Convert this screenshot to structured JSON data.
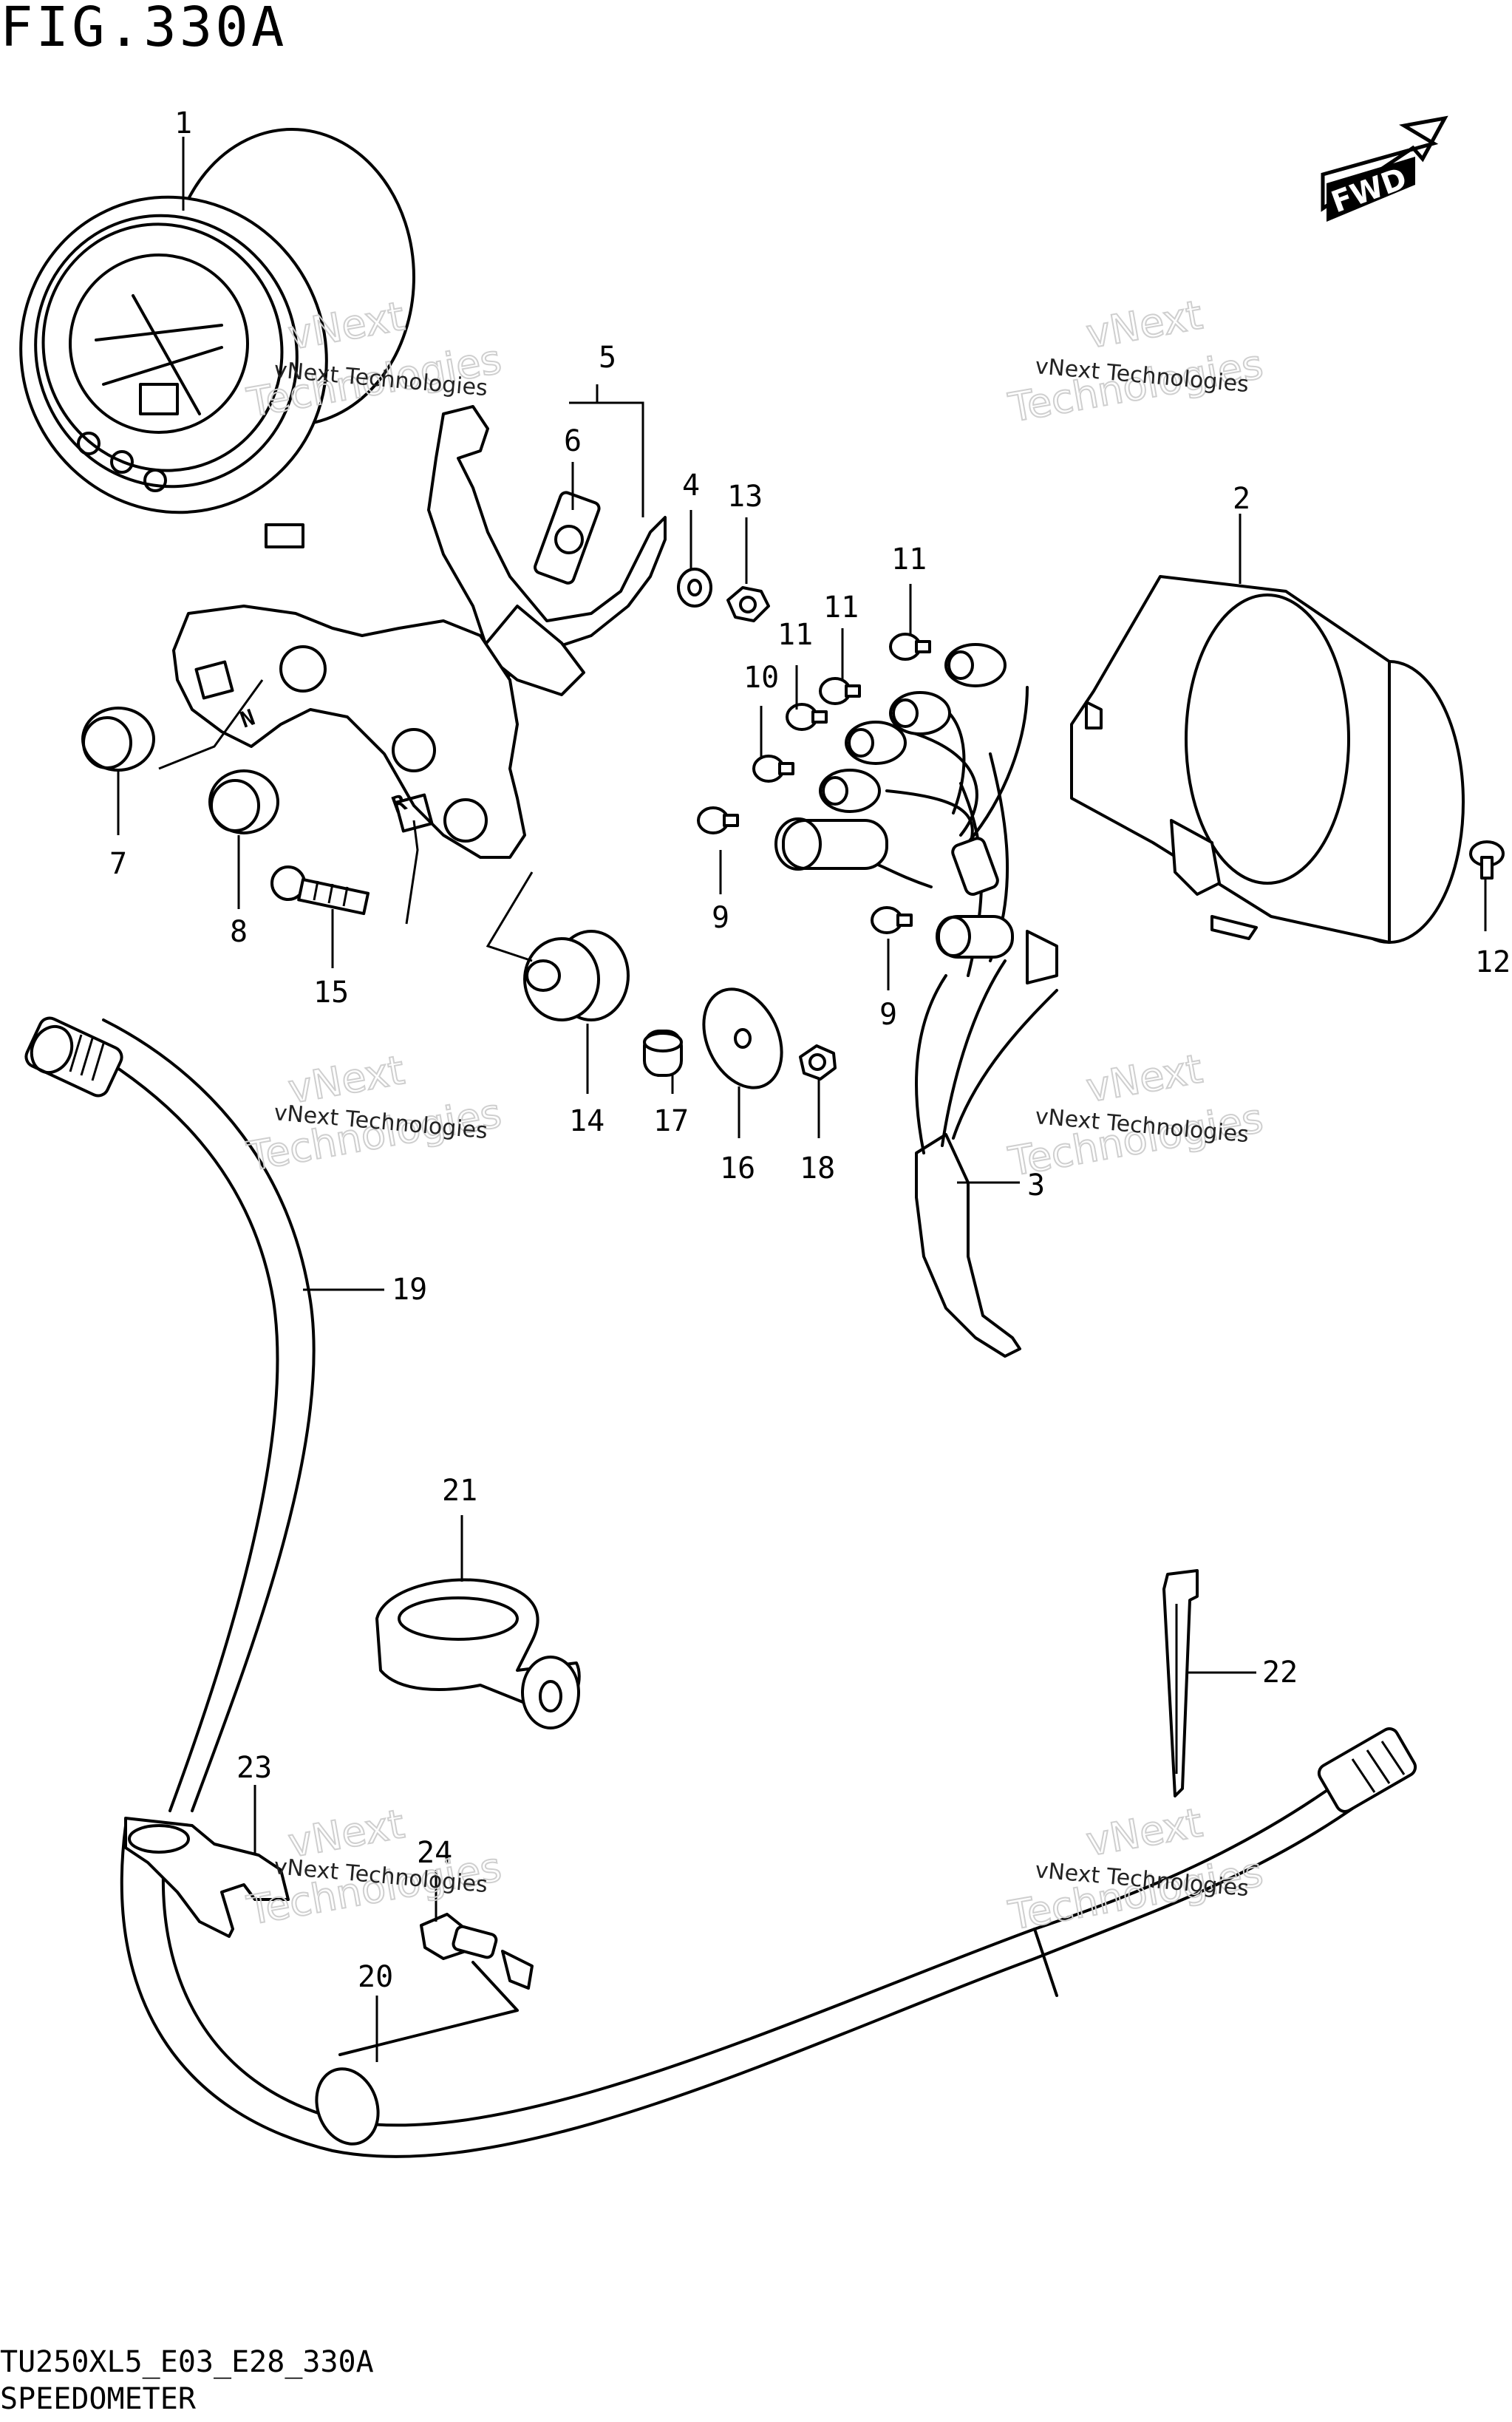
{
  "figure": {
    "title": "FIG.330A",
    "model_code": "TU250XL5_E03_E28_330A",
    "section_name": "SPEEDOMETER"
  },
  "direction_badge": {
    "label": "FWD"
  },
  "watermark": {
    "line1": "vNext",
    "line2": "vNext Technologies",
    "line3": "Technologies"
  },
  "callouts": [
    "1",
    "2",
    "3",
    "4",
    "5",
    "6",
    "7",
    "8",
    "9",
    "9",
    "10",
    "11",
    "11",
    "11",
    "12",
    "13",
    "14",
    "15",
    "16",
    "17",
    "18",
    "19",
    "20",
    "21",
    "22",
    "23",
    "24"
  ]
}
